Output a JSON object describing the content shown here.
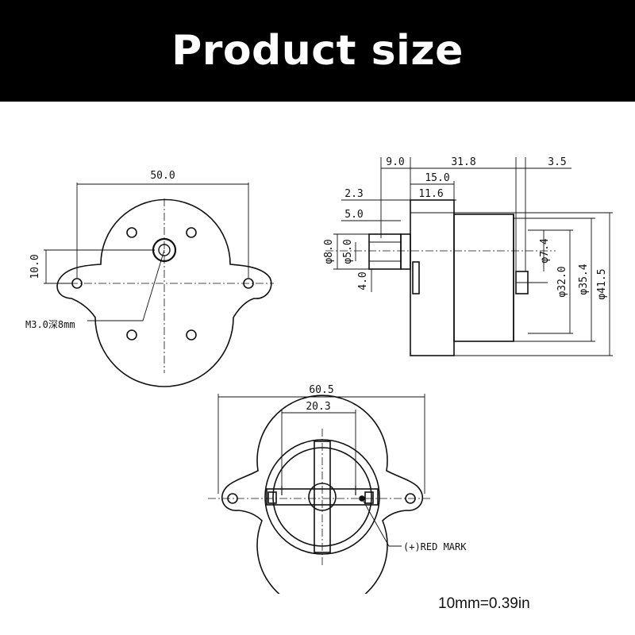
{
  "banner": {
    "title": "Product size"
  },
  "front_view": {
    "width": "50.0",
    "offset": "10.0",
    "thread_note": "M3.0深8mm"
  },
  "side_view": {
    "top_dims": [
      "9.0",
      "31.8",
      "3.5"
    ],
    "dim_15": "15.0",
    "dim_2_3": "2.3",
    "dim_11_6": "11.6",
    "dim_5_0": "5.0",
    "shaft_outer": "φ8.0",
    "shaft_inner": "φ5.0",
    "dim_4_0": "4.0",
    "dia_7_4": "φ7.4",
    "dia_32": "φ32.0",
    "dia_35_4": "φ35.4",
    "dia_41_5": "φ41.5"
  },
  "rear_view": {
    "width": "60.5",
    "inner_width": "20.3",
    "red_mark": "(+)RED MARK"
  },
  "conversion": "10mm=0.39in"
}
